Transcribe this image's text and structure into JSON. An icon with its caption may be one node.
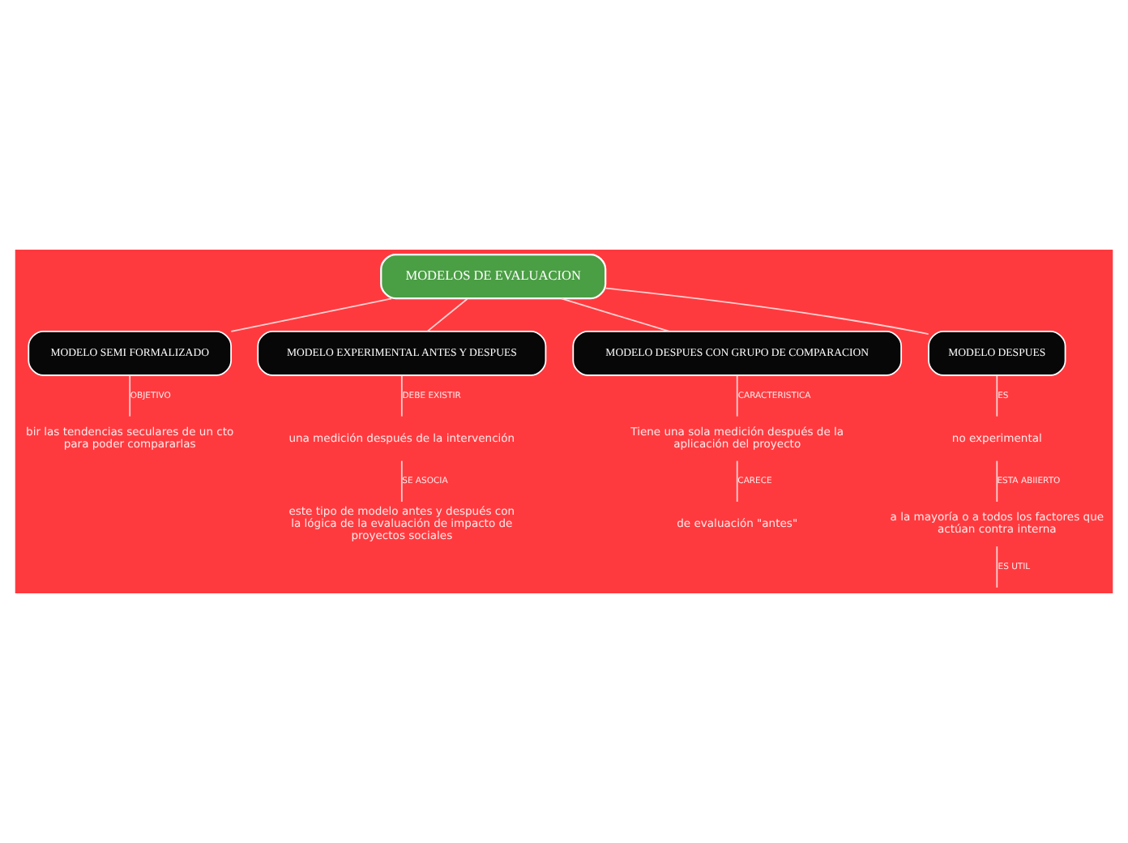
{
  "diagram": {
    "nodes": [
      {
        "text": [
          "MODELOS DE EVALUACION"
        ]
      },
      {
        "text": [
          "MODELO SEMI FORMALIZADO"
        ]
      },
      {
        "text": [
          "bir las tendencias seculares de un cto para poder compararlas"
        ]
      },
      {
        "text": [
          "MODELO EXPERIMENTAL ANTES Y DESPUES"
        ]
      },
      {
        "text": [
          "una medición después de la intervención"
        ]
      },
      {
        "text": [
          "este tipo de modelo antes y después con la lógica de la evaluación de impacto de proyectos sociales"
        ]
      },
      {
        "text": [
          "MODELO DESPUES CON GRUPO DE COMPARACION"
        ]
      },
      {
        "text": [
          "Tiene una sola medición después de la aplicación del proyecto"
        ]
      },
      {
        "text": [
          "de evaluación \"antes\""
        ]
      },
      {
        "text": [
          "MODELO DESPUES"
        ]
      },
      {
        "text": [
          "no experimental"
        ]
      },
      {
        "text": [
          "a la mayoría o a todos los factores que actúan contra interna"
        ]
      }
    ],
    "edges": [
      {
        "from": 0,
        "to": 1,
        "arrow": "none"
      },
      {
        "from": 0,
        "to": 3,
        "arrow": "none"
      },
      {
        "from": 0,
        "to": 6,
        "arrow": "none"
      },
      {
        "from": 0,
        "to": 9,
        "arrow": "none"
      },
      {
        "from": 1,
        "to": 2,
        "arrow": "none",
        "label": "OBJETIVO"
      },
      {
        "from": 3,
        "to": 4,
        "arrow": "none",
        "label": "DEBE EXISTIR"
      },
      {
        "from": 4,
        "to": 5,
        "arrow": "none",
        "label": "SE ASOCIA"
      },
      {
        "from": 6,
        "to": 7,
        "arrow": "none",
        "label": "CARACTERISTICA"
      },
      {
        "from": 7,
        "to": 8,
        "arrow": "none",
        "label": "CARECE"
      },
      {
        "from": 9,
        "to": 10,
        "arrow": "none",
        "label": "ES"
      },
      {
        "from": 10,
        "to": 11,
        "arrow": "none",
        "label": "ESTA ABIIERTO"
      },
      {
        "from": 11,
        "to": null,
        "arrow": "none",
        "label": "ES UTIL"
      }
    ]
  }
}
